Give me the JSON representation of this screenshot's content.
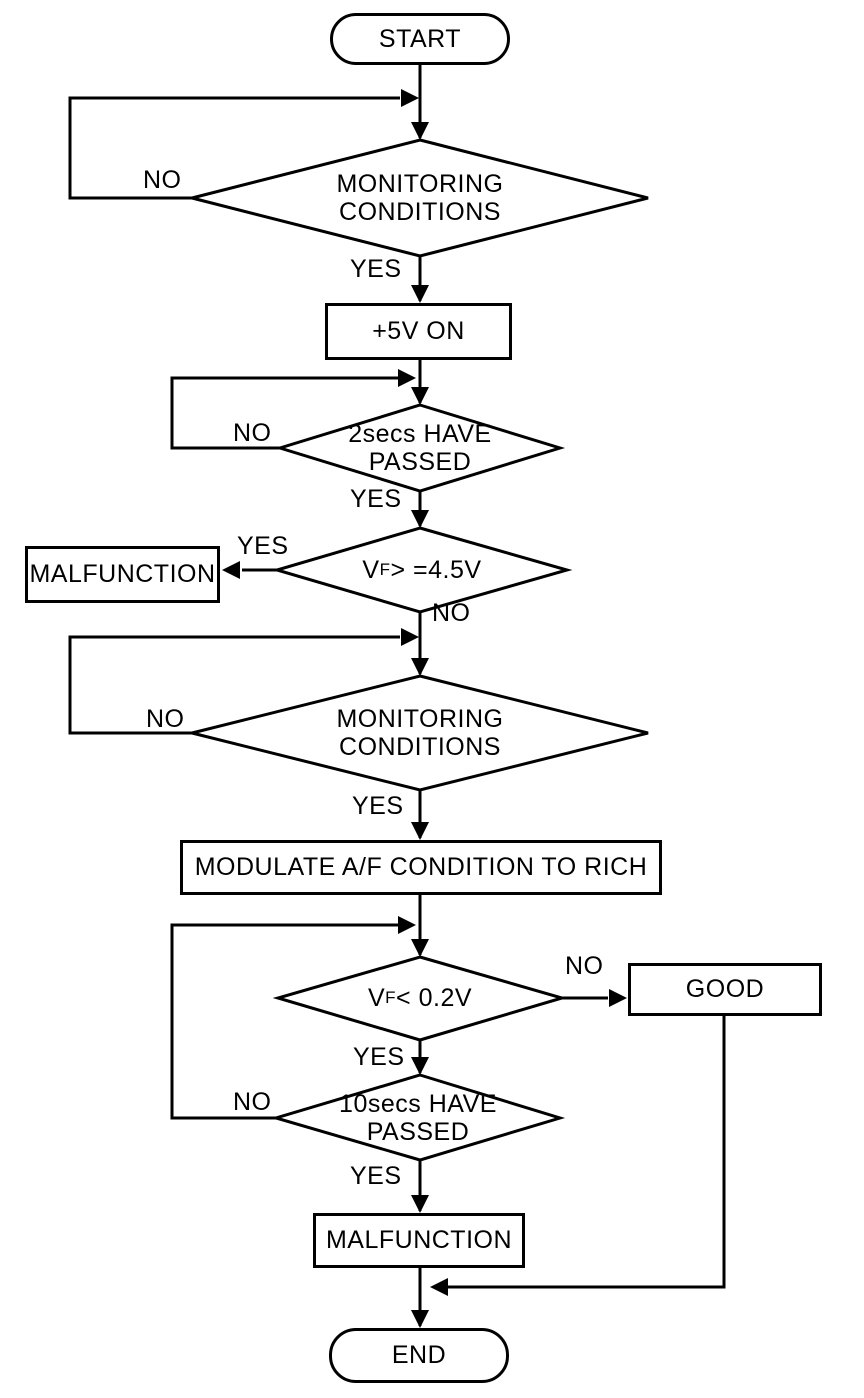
{
  "nodes": {
    "start": {
      "label": "START"
    },
    "monitoring1": {
      "label": "MONITORING\nCONDITIONS"
    },
    "plus5v": {
      "label": "+5V ON"
    },
    "secs2": {
      "label": "2secs HAVE\nPASSED"
    },
    "vf45": {
      "base": "V",
      "sub": "F",
      "rest": " > =4.5V"
    },
    "malfunction1": {
      "label": "MALFUNCTION"
    },
    "monitoring2": {
      "label": "MONITORING\nCONDITIONS"
    },
    "modulate": {
      "label": "MODULATE A/F CONDITION TO RICH"
    },
    "vf02": {
      "base": "V",
      "sub": "F",
      "rest": " < 0.2V"
    },
    "good": {
      "label": "GOOD"
    },
    "secs10": {
      "label": "10secs HAVE\nPASSED"
    },
    "malfunction2": {
      "label": "MALFUNCTION"
    },
    "end": {
      "label": "END"
    }
  },
  "edge_labels": {
    "yes": "YES",
    "no": "NO"
  },
  "flow": [
    {
      "from": "START",
      "to": "MONITORING CONDITIONS (1)"
    },
    {
      "from": "MONITORING CONDITIONS (1)",
      "label": "NO",
      "to": "MONITORING CONDITIONS (1)"
    },
    {
      "from": "MONITORING CONDITIONS (1)",
      "label": "YES",
      "to": "+5V ON"
    },
    {
      "from": "+5V ON",
      "to": "2secs HAVE PASSED"
    },
    {
      "from": "2secs HAVE PASSED",
      "label": "NO",
      "to": "2secs HAVE PASSED"
    },
    {
      "from": "2secs HAVE PASSED",
      "label": "YES",
      "to": "VF > =4.5V"
    },
    {
      "from": "VF > =4.5V",
      "label": "YES",
      "to": "MALFUNCTION (1)"
    },
    {
      "from": "VF > =4.5V",
      "label": "NO",
      "to": "MONITORING CONDITIONS (2)"
    },
    {
      "from": "MONITORING CONDITIONS (2)",
      "label": "NO",
      "to": "MONITORING CONDITIONS (2)"
    },
    {
      "from": "MONITORING CONDITIONS (2)",
      "label": "YES",
      "to": "MODULATE A/F CONDITION TO RICH"
    },
    {
      "from": "MODULATE A/F CONDITION TO RICH",
      "to": "VF < 0.2V"
    },
    {
      "from": "VF < 0.2V",
      "label": "NO",
      "to": "GOOD"
    },
    {
      "from": "VF < 0.2V",
      "label": "YES",
      "to": "10secs HAVE PASSED"
    },
    {
      "from": "10secs HAVE PASSED",
      "label": "NO",
      "to": "VF < 0.2V"
    },
    {
      "from": "10secs HAVE PASSED",
      "label": "YES",
      "to": "MALFUNCTION (2)"
    },
    {
      "from": "MALFUNCTION (2)",
      "to": "END"
    },
    {
      "from": "GOOD",
      "to": "END"
    }
  ],
  "colors": {
    "line": "#000000",
    "background": "#ffffff"
  }
}
